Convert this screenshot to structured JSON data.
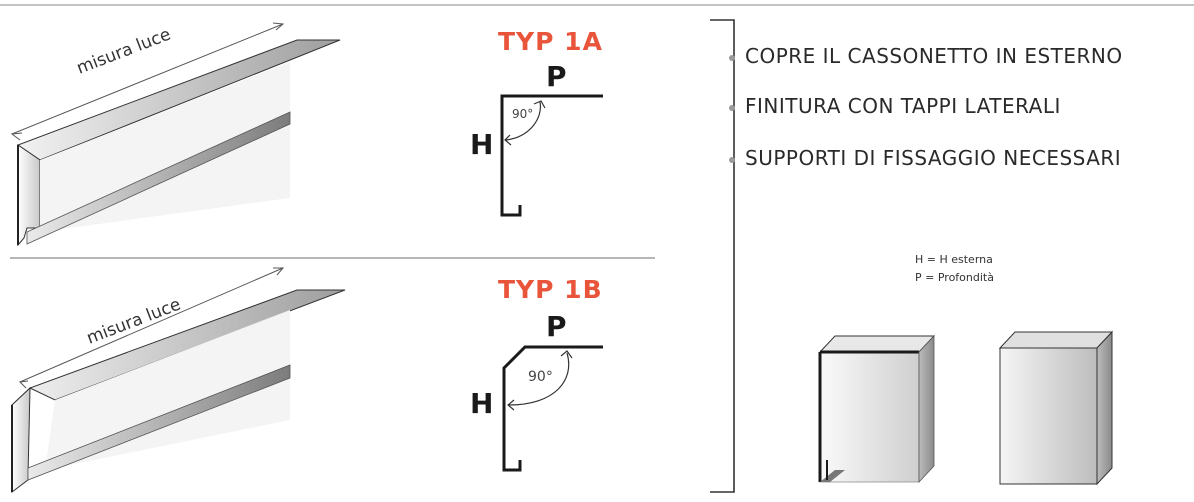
{
  "top_caption": "... ... ...",
  "profiles": [
    {
      "type_label": "TYP 1A",
      "measure_label": "misura luce",
      "depth_label": "P",
      "height_label": "H",
      "angle_label": "90°"
    },
    {
      "type_label": "TYP 1B",
      "measure_label": "misura luce",
      "depth_label": "P",
      "height_label": "H",
      "angle_label": "90°"
    }
  ],
  "features": [
    "COPRE IL CASSONETTO IN ESTERNO",
    "FINITURA CON TAPPI LATERALI",
    "SUPPORTI DI FISSAGGIO NECESSARI"
  ],
  "legend": {
    "h": "H = H esterna",
    "p": "P = Profondità"
  },
  "colors": {
    "accent": "#e8553a",
    "line": "#2a2a2a",
    "metal": "#d6d6d6"
  }
}
